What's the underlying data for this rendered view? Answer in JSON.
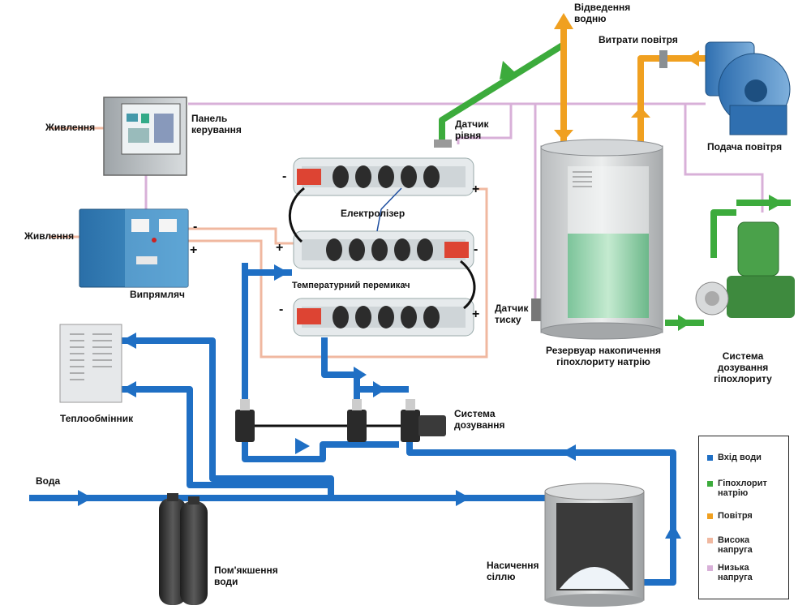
{
  "labels": {
    "power_1": "Живлення",
    "power_2": "Живлення",
    "control_panel": "Панель\nкерування",
    "rectifier": "Випрямляч",
    "level_sensor": "Датчик\nрівня",
    "electrolyzer": "Електролізер",
    "temp_switch": "Температурний перемикач",
    "water_drain": "Відведення\nводню",
    "air_flow": "Витрати повітря",
    "air_supply": "Подача повітря",
    "pressure_sensor": "Датчик\nтиску",
    "tank": "Резервуар накопичення\nгіпохлориту натрію",
    "dosing_hypo": "Система\nдозування\nгіпохлориту",
    "heat_exchanger": "Теплообмінник",
    "dosing_system": "Система\nдозування",
    "water": "Вода",
    "softening": "Пом'якшення\nводи",
    "saturation": "Насичення\nсіллю"
  },
  "legend": [
    {
      "label": "Вхід води",
      "color": "#1f6fc4"
    },
    {
      "label": "Гіпохлорит\nнатрію",
      "color": "#3cab3c"
    },
    {
      "label": "Повітря",
      "color": "#f0a020"
    },
    {
      "label": "Висока\nнапруга",
      "color": "#f0b8a0"
    },
    {
      "label": "Низька\nнапруга",
      "color": "#d8b0d8"
    }
  ],
  "electrode_signs": [
    "-",
    "+",
    "+",
    "-",
    "-",
    "+",
    "-",
    "+"
  ],
  "colors": {
    "water": "#1f6fc4",
    "hypochlorite": "#3cab3c",
    "air": "#f0a020",
    "high_voltage": "#f0b8a0",
    "low_voltage": "#d8b0d8"
  }
}
